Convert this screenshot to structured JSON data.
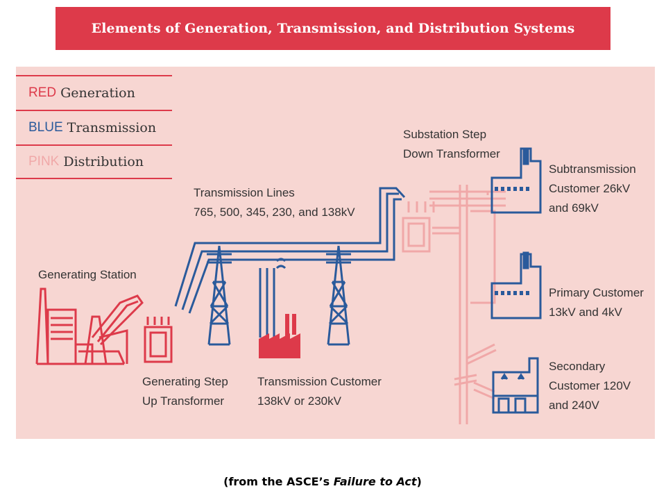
{
  "title": "Elements of Generation, Transmission, and Distribution Systems",
  "legend": [
    {
      "key": "RED",
      "label": "Generation",
      "color": "#dd3a4a"
    },
    {
      "key": "BLUE",
      "label": "Transmission",
      "color": "#2a5a9b"
    },
    {
      "key": "PINK",
      "label": "Distribution",
      "color": "#f0a8a8"
    }
  ],
  "labels": {
    "transmission_lines": [
      "Transmission Lines",
      "765, 500, 345, 230, and 138kV"
    ],
    "generating_station": [
      "Generating Station"
    ],
    "generating_step_up": [
      "Generating Step",
      "Up Transformer"
    ],
    "transmission_customer": [
      "Transmission Customer",
      "138kV or 230kV"
    ],
    "substation": [
      "Substation Step",
      "Down Transformer"
    ],
    "subtransmission_customer": [
      "Subtransmission",
      "Customer 26kV",
      "and 69kV"
    ],
    "primary_customer": [
      "Primary Customer",
      "13kV and 4kV"
    ],
    "secondary_customer": [
      "Secondary",
      "Customer 120V",
      "and 240V"
    ]
  },
  "footer": {
    "prefix": "(from the ASCE’s ",
    "italic": "Failure to Act",
    "suffix": ")"
  }
}
